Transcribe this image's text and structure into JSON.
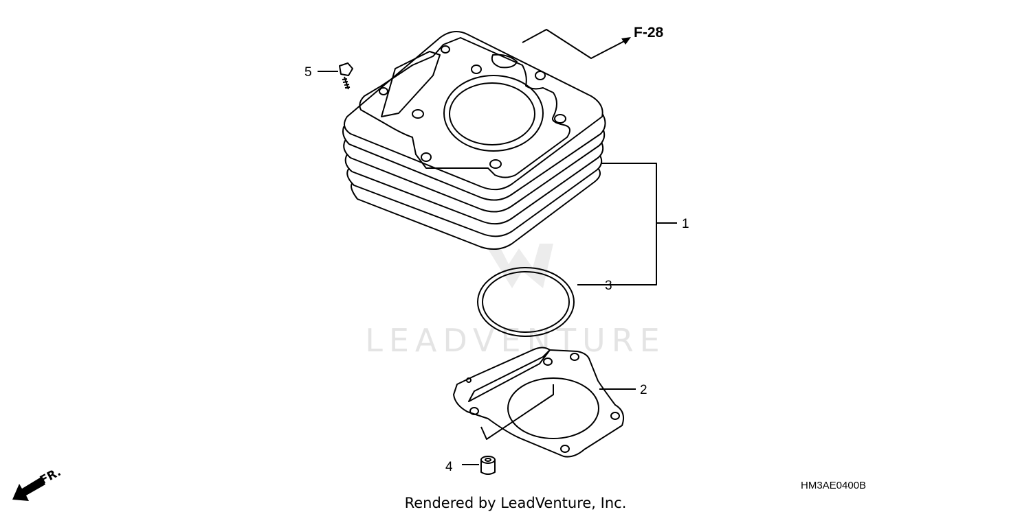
{
  "watermark": "LEADVENTURE",
  "reference_link": "F-28",
  "direction_label": "FR.",
  "diagram_code": "HM3AE0400B",
  "credit": "Rendered by LeadVenture, Inc.",
  "callouts": [
    {
      "number": "1"
    },
    {
      "number": "2"
    },
    {
      "number": "3"
    },
    {
      "number": "4"
    },
    {
      "number": "5"
    }
  ]
}
